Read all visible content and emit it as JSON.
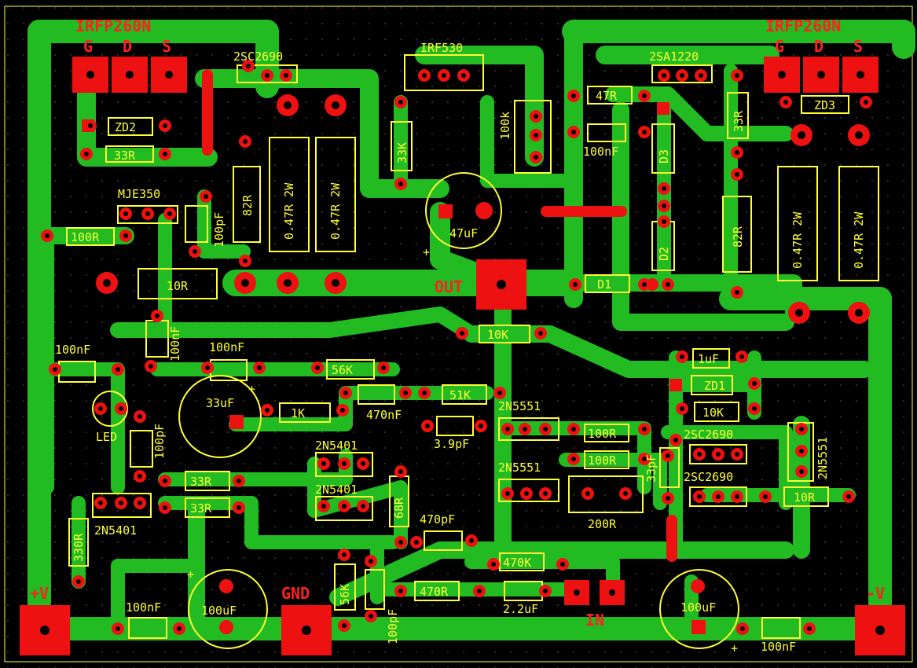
{
  "title": "Amplifier PCB layout",
  "colors": {
    "copper": "#22bb22",
    "pad": "#ee1111",
    "silk": "#ffff33",
    "bg": "#000000"
  },
  "terminals": {
    "pos_v": "+V",
    "gnd": "GND",
    "out": "OUT",
    "in": "IN",
    "neg_v": "-V"
  },
  "mosfet_left": {
    "part": "IRFP260N",
    "g": "G",
    "d": "D",
    "s": "S"
  },
  "mosfet_right": {
    "part": "IRFP260N",
    "g": "G",
    "d": "D",
    "s": "S"
  },
  "components": [
    {
      "ref": "q_2sc2690_top",
      "text": "2SC2690"
    },
    {
      "ref": "q_irf530",
      "text": "IRF530"
    },
    {
      "ref": "q_2sa1220",
      "text": "2SA1220"
    },
    {
      "ref": "zd2",
      "text": "ZD2"
    },
    {
      "ref": "zd3",
      "text": "ZD3"
    },
    {
      "ref": "r33_left",
      "text": "33R"
    },
    {
      "ref": "r33_right",
      "text": "33R"
    },
    {
      "ref": "r82_left",
      "text": "82R"
    },
    {
      "ref": "r82_right",
      "text": "82R"
    },
    {
      "ref": "r047_1",
      "text": "0.47R 2W"
    },
    {
      "ref": "r047_2",
      "text": "0.47R 2W"
    },
    {
      "ref": "r047_3",
      "text": "0.47R 2W"
    },
    {
      "ref": "r047_4",
      "text": "0.47R 2W"
    },
    {
      "ref": "r33k",
      "text": "33K"
    },
    {
      "ref": "r100k",
      "text": "100k"
    },
    {
      "ref": "r47",
      "text": "47R"
    },
    {
      "ref": "c100nf_top",
      "text": "100nF"
    },
    {
      "ref": "d3",
      "text": "D3"
    },
    {
      "ref": "d2",
      "text": "D2"
    },
    {
      "ref": "d1",
      "text": "D1"
    },
    {
      "ref": "q_mje350",
      "text": "MJE350"
    },
    {
      "ref": "r100",
      "text": "100R"
    },
    {
      "ref": "c100pf_1",
      "text": "100pF"
    },
    {
      "ref": "c47uf",
      "text": "47uF"
    },
    {
      "ref": "r10_left",
      "text": "10R"
    },
    {
      "ref": "r10k_mid",
      "text": "10K"
    },
    {
      "ref": "c100nf_l1",
      "text": "100nF"
    },
    {
      "ref": "c100nf_l2",
      "text": "100nF"
    },
    {
      "ref": "c100nf_l3",
      "text": "100nF"
    },
    {
      "ref": "r56k",
      "text": "56K"
    },
    {
      "ref": "c33uf",
      "text": "33uF"
    },
    {
      "ref": "r1k",
      "text": "1K"
    },
    {
      "ref": "c470nf",
      "text": "470nF"
    },
    {
      "ref": "r51k",
      "text": "51K"
    },
    {
      "ref": "c39pf",
      "text": "3.9pF"
    },
    {
      "ref": "q_2n5551_a",
      "text": "2N5551"
    },
    {
      "ref": "led",
      "text": "LED"
    },
    {
      "ref": "c100pf_2",
      "text": "100pF"
    },
    {
      "ref": "q_2n5401_a",
      "text": "2N5401"
    },
    {
      "ref": "q_2n5401_b",
      "text": "2N5401"
    },
    {
      "ref": "q_2n5401_c",
      "text": "2N5401"
    },
    {
      "ref": "r33_a",
      "text": "33R"
    },
    {
      "ref": "r33_b",
      "text": "33R"
    },
    {
      "ref": "r68",
      "text": "68R"
    },
    {
      "ref": "c470pf",
      "text": "470pF"
    },
    {
      "ref": "r330",
      "text": "330R"
    },
    {
      "ref": "r56k_b",
      "text": "56K"
    },
    {
      "ref": "c100pf_3",
      "text": "100pF"
    },
    {
      "ref": "r470",
      "text": "470R"
    },
    {
      "ref": "r470k",
      "text": "470K"
    },
    {
      "ref": "c22uf",
      "text": "2.2uF"
    },
    {
      "ref": "c100uf_l",
      "text": "100uF"
    },
    {
      "ref": "c100uf_r",
      "text": "100uF"
    },
    {
      "ref": "c100nf_bl",
      "text": "100nF"
    },
    {
      "ref": "c100nf_br",
      "text": "100nF"
    },
    {
      "ref": "r100_a",
      "text": "100R"
    },
    {
      "ref": "r100_b",
      "text": "100R"
    },
    {
      "ref": "q_2n5551_b",
      "text": "2N5551"
    },
    {
      "ref": "r200",
      "text": "200R"
    },
    {
      "ref": "c33pf",
      "text": "33pF"
    },
    {
      "ref": "q_2sc2690_a",
      "text": "2SC2690"
    },
    {
      "ref": "q_2sc2690_b",
      "text": "2SC2690"
    },
    {
      "ref": "q_2n5551_c",
      "text": "2N5551"
    },
    {
      "ref": "r10_right",
      "text": "10R"
    },
    {
      "ref": "c1uf",
      "text": "1uF"
    },
    {
      "ref": "zd1",
      "text": "ZD1"
    },
    {
      "ref": "r10k_r",
      "text": "10K"
    },
    {
      "ref": "plus_1",
      "text": "+"
    },
    {
      "ref": "plus_2",
      "text": "+"
    },
    {
      "ref": "plus_3",
      "text": "+"
    },
    {
      "ref": "plus_4",
      "text": "+"
    }
  ]
}
